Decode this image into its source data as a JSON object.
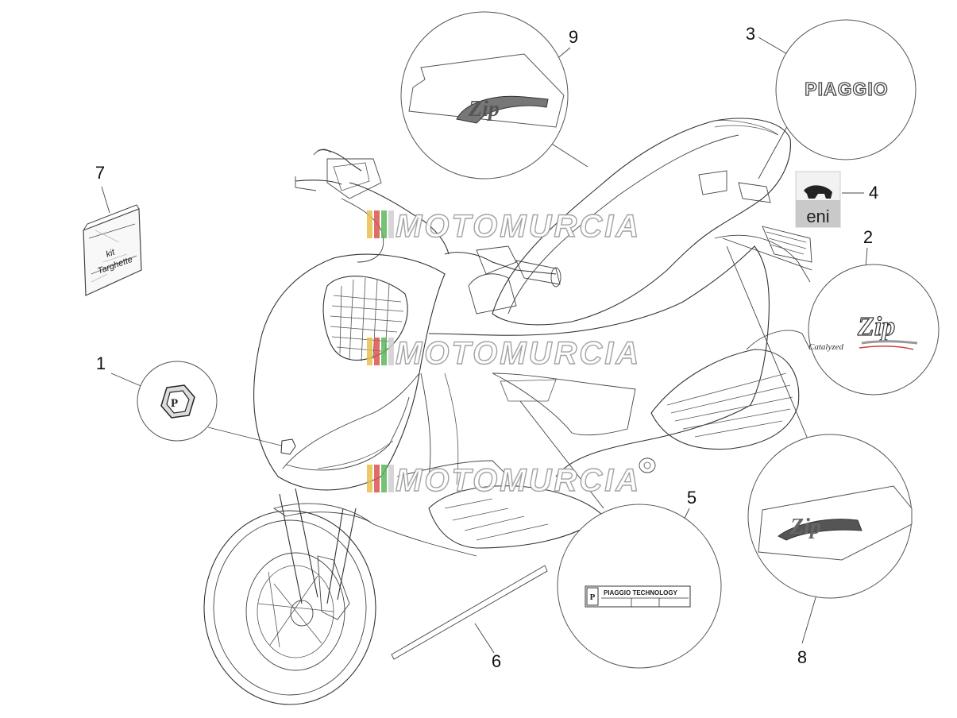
{
  "callouts": [
    {
      "id": "1",
      "label": "1"
    },
    {
      "id": "2",
      "label": "2"
    },
    {
      "id": "3",
      "label": "3"
    },
    {
      "id": "4",
      "label": "4"
    },
    {
      "id": "5",
      "label": "5"
    },
    {
      "id": "6",
      "label": "6"
    },
    {
      "id": "7",
      "label": "7"
    },
    {
      "id": "8",
      "label": "8"
    },
    {
      "id": "9",
      "label": "9"
    }
  ],
  "decals": {
    "brand_logo": "PIAGGIO",
    "eni_logo": "eni",
    "zip_script": "Zip",
    "zip_sub_script": "Catalyzed",
    "technology_plate": "PIAGGIO TECHNOLOGY",
    "kit_line1": "kit",
    "kit_line2": "Targhette"
  },
  "watermark": {
    "text": "MOTOMURCIA",
    "stripe_colors": [
      "#e8c04a",
      "#d9534f",
      "#5cb85c",
      "#cfcfcf"
    ]
  }
}
